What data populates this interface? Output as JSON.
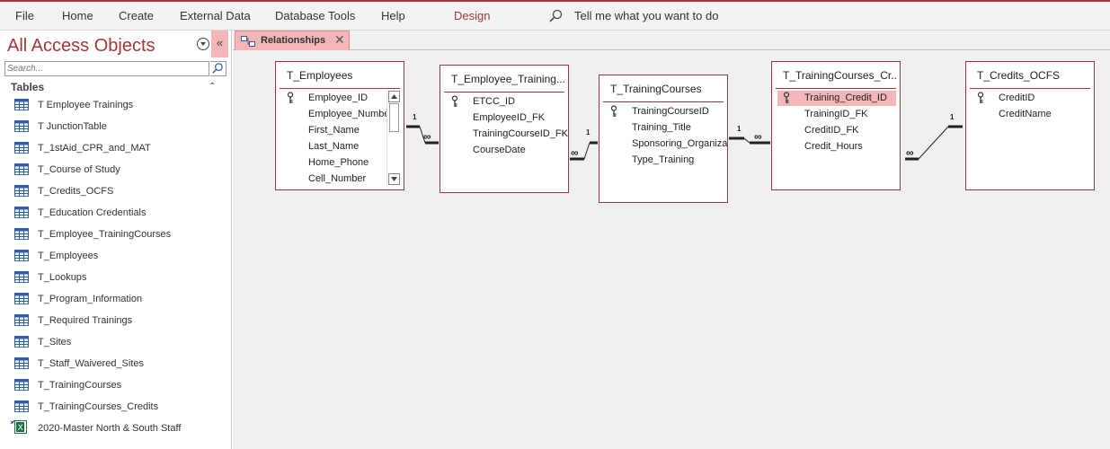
{
  "ribbon": {
    "menu": [
      "File",
      "Home",
      "Create",
      "External Data",
      "Database Tools",
      "Help"
    ],
    "design_tab": "Design",
    "tell_me": "Tell me what you want to do"
  },
  "nav": {
    "title": "All Access Objects",
    "collapse_glyph": "«",
    "search_placeholder": "Search...",
    "section": "Tables",
    "section_toggle": "⌃",
    "items": [
      {
        "label": "T Employee Trainings",
        "icon": "table-icon"
      },
      {
        "label": "T JunctionTable",
        "icon": "table-icon"
      },
      {
        "label": "T_1stAid_CPR_and_MAT",
        "icon": "table-icon"
      },
      {
        "label": "T_Course of Study",
        "icon": "table-icon"
      },
      {
        "label": "T_Credits_OCFS",
        "icon": "table-icon"
      },
      {
        "label": "T_Education Credentials",
        "icon": "table-icon"
      },
      {
        "label": "T_Employee_TrainingCourses",
        "icon": "table-icon"
      },
      {
        "label": "T_Employees",
        "icon": "table-icon"
      },
      {
        "label": "T_Lookups",
        "icon": "table-icon"
      },
      {
        "label": "T_Program_Information",
        "icon": "table-icon"
      },
      {
        "label": "T_Required Trainings",
        "icon": "table-icon"
      },
      {
        "label": "T_Sites",
        "icon": "table-icon"
      },
      {
        "label": "T_Staff_Waivered_Sites",
        "icon": "table-icon"
      },
      {
        "label": "T_TrainingCourses",
        "icon": "table-icon"
      },
      {
        "label": "T_TrainingCourses_Credits",
        "icon": "table-icon"
      },
      {
        "label": "2020-Master North & South Staff",
        "icon": "excel-linked-table-icon"
      }
    ]
  },
  "tab": {
    "label": "Relationships",
    "close": "✕"
  },
  "tables": {
    "employees": {
      "title": "T_Employees",
      "fields": [
        "Employee_ID",
        "Employee_Number",
        "First_Name",
        "Last_Name",
        "Home_Phone",
        "Cell_Number"
      ]
    },
    "emp_training": {
      "title": "T_Employee_Training...",
      "fields": [
        "ETCC_ID",
        "EmployeeID_FK",
        "TrainingCourseID_FK",
        "CourseDate"
      ]
    },
    "training_courses": {
      "title": "T_TrainingCourses",
      "fields": [
        "TrainingCourseID",
        "Training_Title",
        "Sponsoring_Organization",
        "Type_Training"
      ]
    },
    "tc_credits": {
      "title": "T_TrainingCourses_Cr...",
      "fields": [
        "Training_Credit_ID",
        "TrainingID_FK",
        "CreditID_FK",
        "Credit_Hours"
      ]
    },
    "credits_ocfs": {
      "title": "T_Credits_OCFS",
      "fields": [
        "CreditID",
        "CreditName"
      ]
    }
  },
  "relationships": {
    "one_label": "1",
    "many_label": "∞"
  },
  "colors": {
    "accent": "#a4373a",
    "highlight": "#f4b6b8"
  }
}
